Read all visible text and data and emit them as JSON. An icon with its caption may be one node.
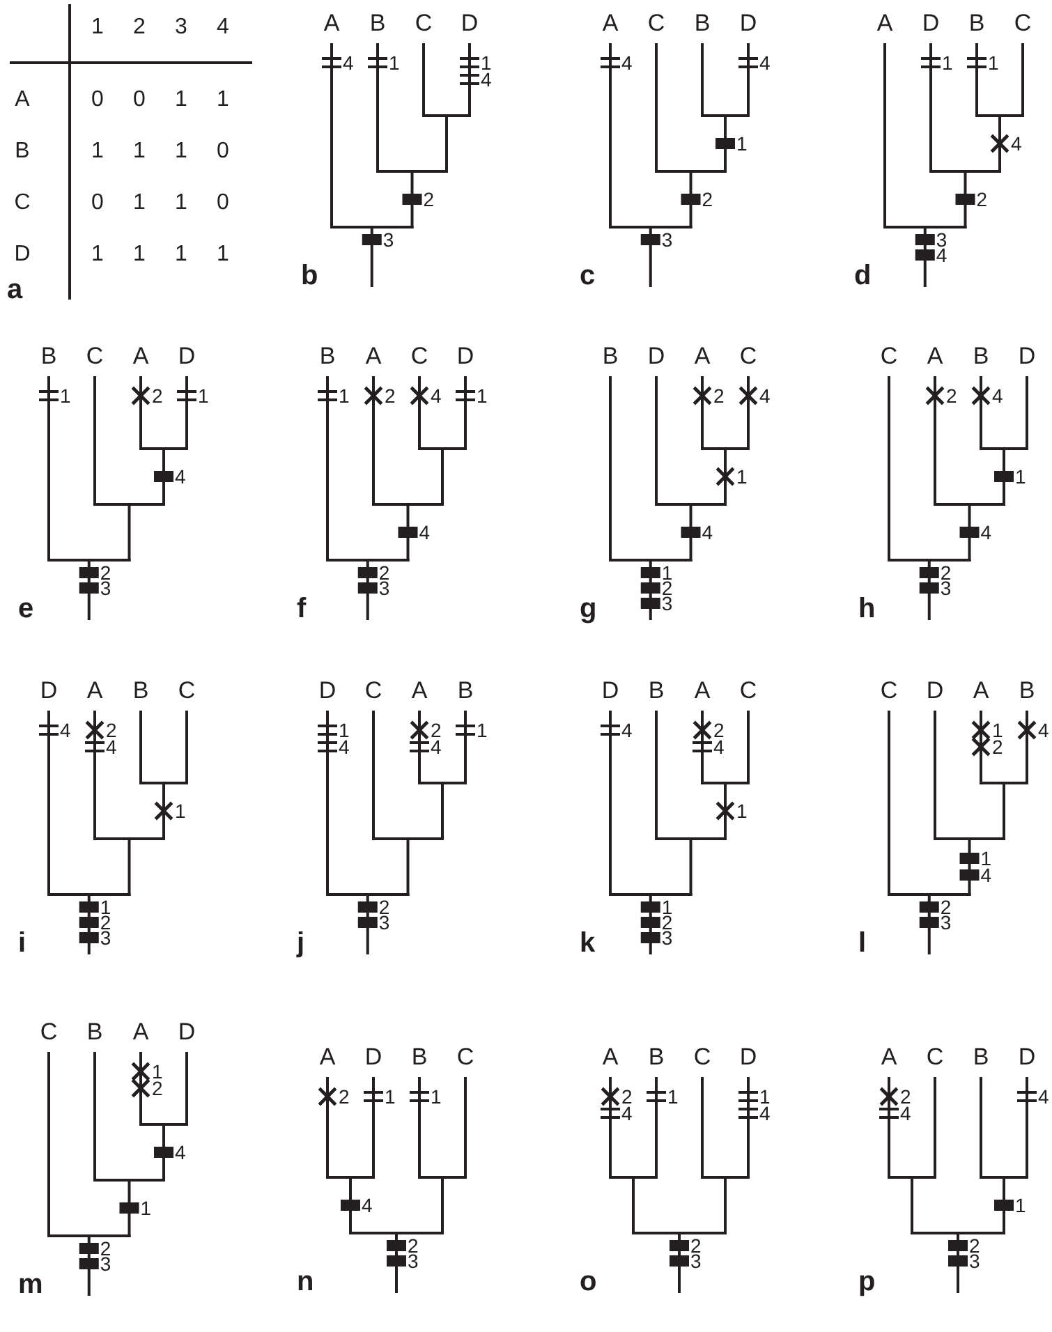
{
  "diagram": {
    "labels": [
      "1",
      "2",
      "3",
      "4",
      "A",
      "0",
      "0",
      "1",
      "1",
      "B",
      "1",
      "1",
      "1",
      "0",
      "C",
      "0",
      "1",
      "1",
      "0",
      "D",
      "1",
      "1",
      "1",
      "1",
      "a",
      "A",
      "B",
      "C",
      "D",
      "4",
      "1",
      "1",
      "4",
      "2",
      "3",
      "b",
      "A",
      "C",
      "B",
      "D",
      "4",
      "4",
      "1",
      "2",
      "3",
      "c",
      "A",
      "D",
      "B",
      "C",
      "1",
      "1",
      "4",
      "2",
      "3",
      "4",
      "d",
      "B",
      "C",
      "A",
      "D",
      "1",
      "2",
      "1",
      "4",
      "2",
      "3",
      "e",
      "B",
      "A",
      "C",
      "D",
      "1",
      "2",
      "4",
      "1",
      "4",
      "2",
      "3",
      "f",
      "B",
      "D",
      "A",
      "C",
      "2",
      "4",
      "1",
      "4",
      "1",
      "2",
      "3",
      "g",
      "C",
      "A",
      "B",
      "D",
      "2",
      "4",
      "1",
      "4",
      "2",
      "3",
      "h",
      "D",
      "A",
      "B",
      "C",
      "4",
      "2",
      "4",
      "1",
      "1",
      "2",
      "3",
      "i",
      "D",
      "C",
      "A",
      "B",
      "1",
      "2",
      "1",
      "4",
      "4",
      "2",
      "3",
      "j",
      "D",
      "B",
      "A",
      "C",
      "4",
      "2",
      "4",
      "1",
      "1",
      "2",
      "3",
      "k",
      "C",
      "D",
      "A",
      "B",
      "1",
      "4",
      "2",
      "1",
      "4",
      "2",
      "3",
      "l",
      "C",
      "B",
      "A",
      "D",
      "1",
      "2",
      "4",
      "1",
      "2",
      "3",
      "m",
      "A",
      "D",
      "B",
      "C",
      "2",
      "1",
      "1",
      "4",
      "2",
      "3",
      "n",
      "A",
      "B",
      "C",
      "D",
      "2",
      "1",
      "1",
      "4",
      "4",
      "2",
      "3",
      "o",
      "A",
      "C",
      "B",
      "D",
      "2",
      "4",
      "4",
      "1",
      "2",
      "3",
      "p"
    ]
  }
}
